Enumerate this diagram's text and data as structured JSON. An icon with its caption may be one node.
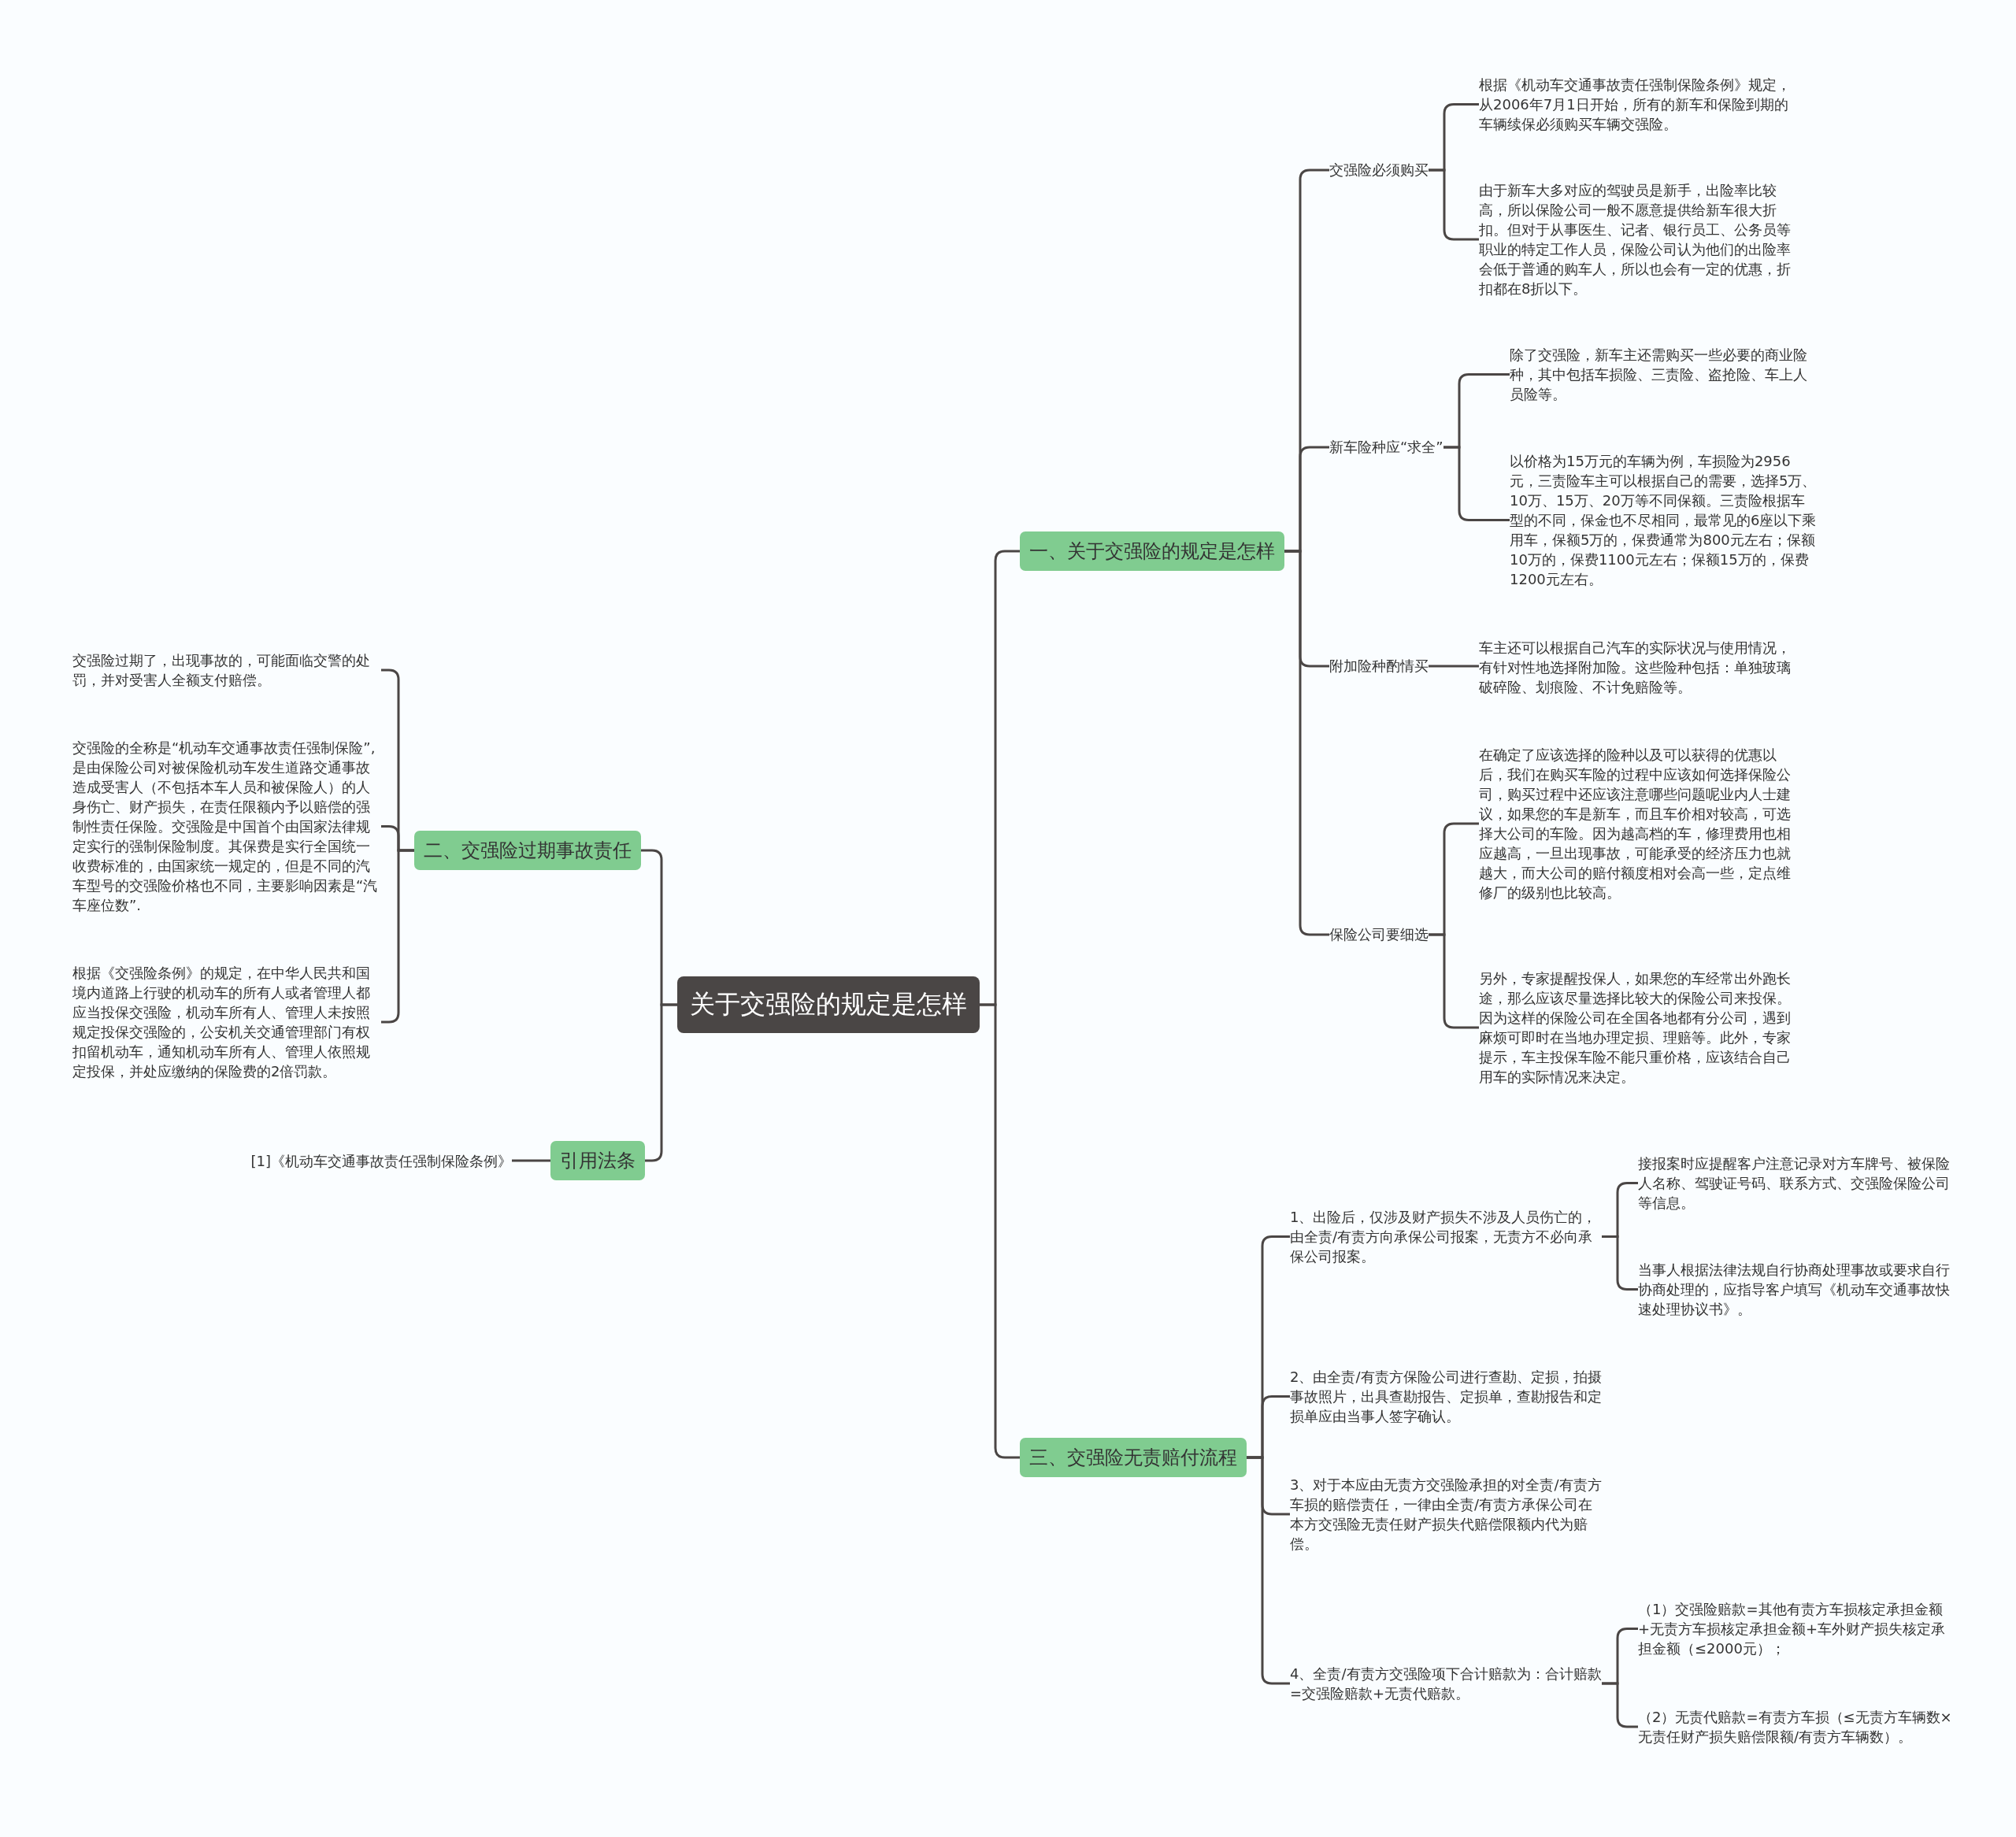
{
  "diagram": {
    "nodes": [
      {
        "text": [
          "关于交强险的规定是怎样"
        ]
      },
      {
        "text": [
          "一、关于交强险的规定是怎样"
        ]
      },
      {
        "text": [
          "交强险必须购买"
        ]
      },
      {
        "text": [
          "根据《机动车交通事故责任强制保险条例》规定，从2006年7月1日开始，所有的新车和保险到期的车辆续保必须购买车辆交强险。"
        ]
      },
      {
        "text": [
          "由于新车大多对应的驾驶员是新手，出险率比较高，所以保险公司一般不愿意提供给新车很大折扣。但对于从事医生、记者、银行员工、公务员等职业的特定工作人员，保险公司认为他们的出险率会低于普通的购车人，所以也会有一定的优惠，折扣都在8折以下。"
        ]
      },
      {
        "text": [
          "新车险种应“求全”"
        ]
      },
      {
        "text": [
          "除了交强险，新车主还需购买一些必要的商业险种，其中包括车损险、三责险、盗抢险、车上人员险等。"
        ]
      },
      {
        "text": [
          "以价格为15万元的车辆为例，车损险为2956元，三责险车主可以根据自己的需要，选择5万、10万、15万、20万等不同保额。三责险根据车型的不同，保金也不尽相同，最常见的6座以下乘用车，保额5万的，保费通常为800元左右；保额10万的，保费1100元左右；保额15万的，保费1200元左右。"
        ]
      },
      {
        "text": [
          "附加险种酌情买"
        ]
      },
      {
        "text": [
          "车主还可以根据自己汽车的实际状况与使用情况，有针对性地选择附加险。这些险种包括：单独玻璃破碎险、划痕险、不计免赔险等。"
        ]
      },
      {
        "text": [
          "保险公司要细选"
        ]
      },
      {
        "text": [
          "在确定了应该选择的险种以及可以获得的优惠以后，我们在购买车险的过程中应该如何选择保险公司，购买过程中还应该注意哪些问题呢业内人士建议，如果您的车是新车，而且车价相对较高，可选择大公司的车险。因为越高档的车，修理费用也相应越高，一旦出现事故，可能承受的经济压力也就越大，而大公司的赔付额度相对会高一些，定点维修厂的级别也比较高。"
        ]
      },
      {
        "text": [
          "另外，专家提醒投保人，如果您的车经常出外跑长途，那么应该尽量选择比较大的保险公司来投保。因为这样的保险公司在全国各地都有分公司，遇到麻烦可即时在当地办理定损、理赔等。此外，专家提示，车主投保车险不能只重价格，应该结合自己用车的实际情况来决定。"
        ]
      },
      {
        "text": [
          "三、交强险无责赔付流程"
        ]
      },
      {
        "text": [
          "1、出险后，仅涉及财产损失不涉及人员伤亡的，由全责/有责方向承保公司报案，无责方不必向承保公司报案。"
        ]
      },
      {
        "text": [
          "接报案时应提醒客户注意记录对方车牌号、被保险人名称、驾驶证号码、联系方式、交强险保险公司等信息。"
        ]
      },
      {
        "text": [
          "当事人根据法律法规自行协商处理事故或要求自行协商处理的，应指导客户填写《机动车交通事故快速处理协议书》。"
        ]
      },
      {
        "text": [
          "2、由全责/有责方保险公司进行查勘、定损，拍摄事故照片，出具查勘报告、定损单，查勘报告和定损单应由当事人签字确认。"
        ]
      },
      {
        "text": [
          "3、对于本应由无责方交强险承担的对全责/有责方车损的赔偿责任，一律由全责/有责方承保公司在本方交强险无责任财产损失代赔偿限额内代为赔偿。"
        ]
      },
      {
        "text": [
          "4、全责/有责方交强险项下合计赔款为：合计赔款=交强险赔款+无责代赔款。"
        ]
      },
      {
        "text": [
          "（1）交强险赔款=其他有责方车损核定承担金额+无责方车损核定承担金额+车外财产损失核定承担金额（≤2000元）；"
        ]
      },
      {
        "text": [
          "（2）无责代赔款=有责方车损（≤无责方车辆数×无责任财产损失赔偿限额/有责方车辆数）。"
        ]
      },
      {
        "text": [
          "二、交强险过期事故责任"
        ]
      },
      {
        "text": [
          "交强险过期了，出现事故的，可能面临交警的处罚，并对受害人全额支付赔偿。"
        ]
      },
      {
        "text": [
          "交强险的全称是“机动车交通事故责任强制保险”,是由保险公司对被保险机动车发生道路交通事故造成受害人（不包括本车人员和被保险人）的人身伤亡、财产损失，在责任限额内予以赔偿的强制性责任保险。交强险是中国首个由国家法律规定实行的强制保险制度。其保费是实行全国统一收费标准的，由国家统一规定的，但是不同的汽车型号的交强险价格也不同，主要影响因素是“汽车座位数”."
        ]
      },
      {
        "text": [
          "根据《交强险条例》的规定，在中华人民共和国境内道路上行驶的机动车的所有人或者管理人都应当投保交强险，机动车所有人、管理人未按照规定投保交强险的，公安机关交通管理部门有权扣留机动车，通知机动车所有人、管理人依照规定投保，并处应缴纳的保险费的2倍罚款。"
        ]
      },
      {
        "text": [
          "引用法条"
        ]
      },
      {
        "text": [
          "[1]《机动车交通事故责任强制保险条例》"
        ]
      }
    ],
    "edges": [
      {
        "from": 0,
        "to": 1,
        "arrow": "none"
      },
      {
        "from": 1,
        "to": 2,
        "arrow": "none"
      },
      {
        "from": 2,
        "to": 3,
        "arrow": "none"
      },
      {
        "from": 2,
        "to": 4,
        "arrow": "none"
      },
      {
        "from": 1,
        "to": 5,
        "arrow": "none"
      },
      {
        "from": 5,
        "to": 6,
        "arrow": "none"
      },
      {
        "from": 5,
        "to": 7,
        "arrow": "none"
      },
      {
        "from": 1,
        "to": 8,
        "arrow": "none"
      },
      {
        "from": 8,
        "to": 9,
        "arrow": "none"
      },
      {
        "from": 1,
        "to": 10,
        "arrow": "none"
      },
      {
        "from": 10,
        "to": 11,
        "arrow": "none"
      },
      {
        "from": 10,
        "to": 12,
        "arrow": "none"
      },
      {
        "from": 0,
        "to": 13,
        "arrow": "none"
      },
      {
        "from": 13,
        "to": 14,
        "arrow": "none"
      },
      {
        "from": 14,
        "to": 15,
        "arrow": "none"
      },
      {
        "from": 14,
        "to": 16,
        "arrow": "none"
      },
      {
        "from": 13,
        "to": 17,
        "arrow": "none"
      },
      {
        "from": 13,
        "to": 18,
        "arrow": "none"
      },
      {
        "from": 13,
        "to": 19,
        "arrow": "none"
      },
      {
        "from": 19,
        "to": 20,
        "arrow": "none"
      },
      {
        "from": 19,
        "to": 21,
        "arrow": "none"
      },
      {
        "from": 0,
        "to": 22,
        "arrow": "none"
      },
      {
        "from": 22,
        "to": 23,
        "arrow": "none"
      },
      {
        "from": 22,
        "to": 24,
        "arrow": "none"
      },
      {
        "from": 22,
        "to": 25,
        "arrow": "none"
      },
      {
        "from": 0,
        "to": 26,
        "arrow": "none"
      },
      {
        "from": 26,
        "to": 27,
        "arrow": "none"
      }
    ]
  }
}
